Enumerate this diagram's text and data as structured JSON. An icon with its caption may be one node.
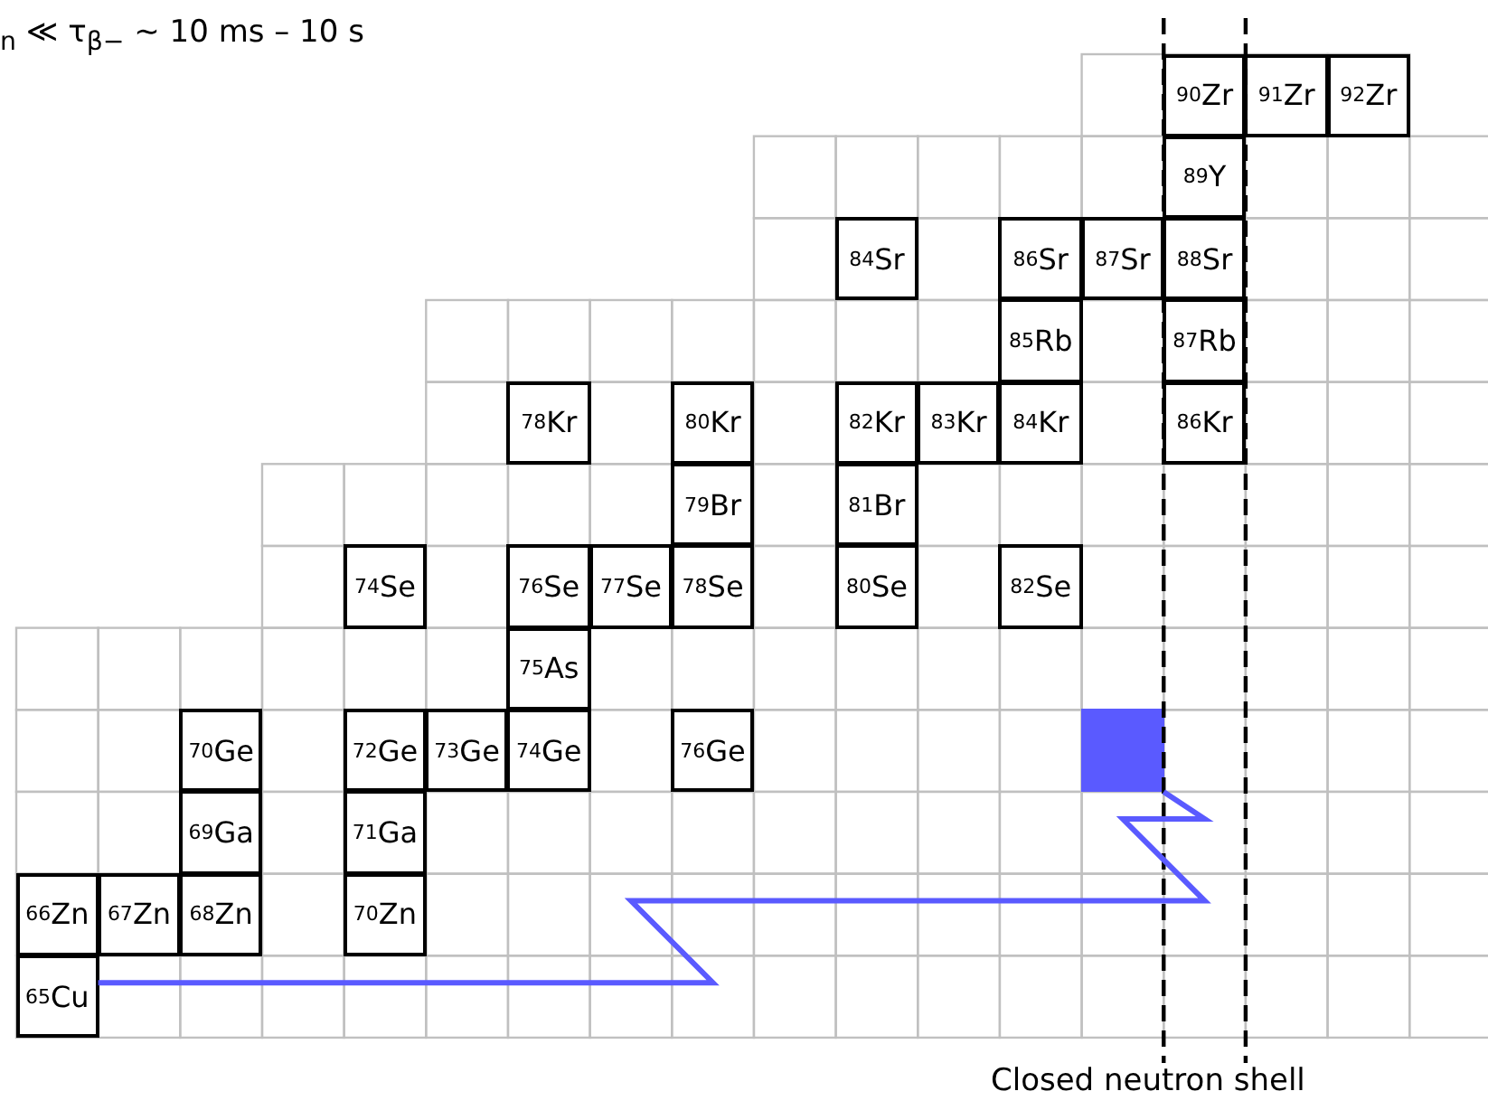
{
  "diagram": {
    "nodes": [
      {
        "text": [
          "$^{90}$Zr"
        ]
      },
      {
        "text": [
          "$^{91}$Zr"
        ]
      },
      {
        "text": [
          "$^{92}$Zr"
        ]
      },
      {
        "text": [
          "$^{89}$Y"
        ]
      },
      {
        "text": [
          "$^{84}$Sr"
        ]
      },
      {
        "text": [
          "$^{86}$Sr"
        ]
      },
      {
        "text": [
          "$^{87}$Sr"
        ]
      },
      {
        "text": [
          "$^{88}$Sr"
        ]
      },
      {
        "text": [
          "$^{85}$Rb"
        ]
      },
      {
        "text": [
          "$^{87}$Rb"
        ]
      },
      {
        "text": [
          "$^{78}$Kr"
        ]
      },
      {
        "text": [
          "$^{80}$Kr"
        ]
      },
      {
        "text": [
          "$^{82}$Kr"
        ]
      },
      {
        "text": [
          "$^{83}$Kr"
        ]
      },
      {
        "text": [
          "$^{84}$Kr"
        ]
      },
      {
        "text": [
          "$^{86}$Kr"
        ]
      },
      {
        "text": [
          "$^{79}$Br"
        ]
      },
      {
        "text": [
          "$^{81}$Br"
        ]
      },
      {
        "text": [
          "$^{74}$Se"
        ]
      },
      {
        "text": [
          "$^{76}$Se"
        ]
      },
      {
        "text": [
          "$^{77}$Se"
        ]
      },
      {
        "text": [
          "$^{78}$Se"
        ]
      },
      {
        "text": [
          "$^{80}$Se"
        ]
      },
      {
        "text": [
          "$^{82}$Se"
        ]
      },
      {
        "text": [
          "$^{75}$As"
        ]
      },
      {
        "text": [
          "$^{70}$Ge"
        ]
      },
      {
        "text": [
          "$^{72}$Ge"
        ]
      },
      {
        "text": [
          "$^{73}$Ge"
        ]
      },
      {
        "text": [
          "$^{74}$Ge"
        ]
      },
      {
        "text": [
          "$^{76}$Ge"
        ]
      },
      {
        "text": [],
        "shape": "box"
      },
      {
        "text": [
          "$^{69}$Ga"
        ]
      },
      {
        "text": [
          "$^{71}$Ga"
        ]
      },
      {
        "text": [
          "$^{66}$Zn"
        ]
      },
      {
        "text": [
          "$^{67}$Zn"
        ]
      },
      {
        "text": [
          "$^{68}$Zn"
        ]
      },
      {
        "text": [
          "$^{70}$Zn"
        ]
      },
      {
        "text": [
          "$^{65}$Cu"
        ]
      }
    ],
    "edges": [
      {
        "from": 37,
        "to": 30,
        "arrow": "none",
        "color": "#5a5aff"
      }
    ],
    "labels": [
      "$_{n}$ ≪ τ$_{β−}$ ~ 10 ms – 10 s",
      "Closed neutron shell"
    ]
  }
}
